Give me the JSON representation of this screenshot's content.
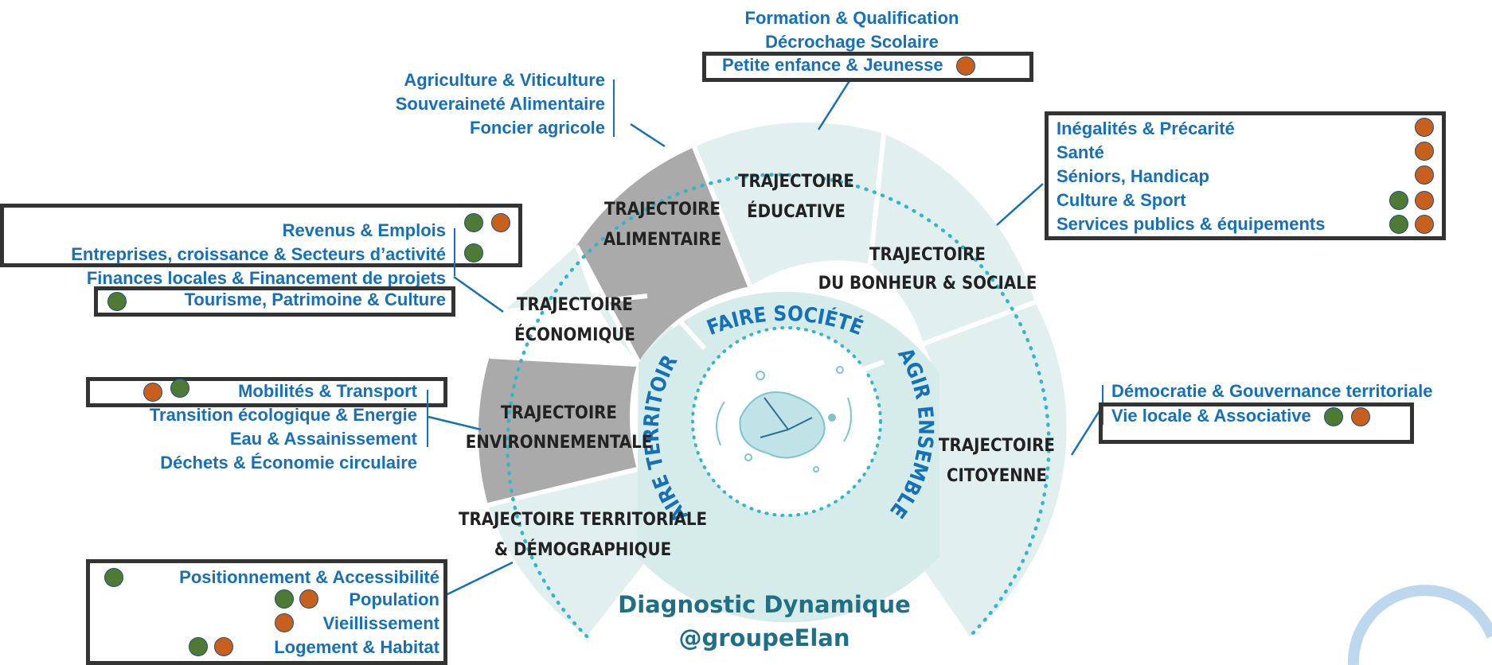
{
  "colors": {
    "label_text": "#1670b8",
    "segment_light": "#e1f0ee",
    "segment_grey": "#a9aaa9",
    "dotted_border": "#35b6c8",
    "box_border": "#333333",
    "dot_green": "#4e7a34",
    "dot_orange": "#c8601c"
  },
  "inner_ring": {
    "top": "FAIRE SOCIÉTÉ",
    "left": "FAIRE TERRITOIRE",
    "right": "AGIR ENSEMBLE"
  },
  "segments": [
    {
      "line1": "TRAJECTOIRE",
      "line2": "ÉDUCATIVE",
      "shade": "light"
    },
    {
      "line1": "TRAJECTOIRE",
      "line2": "ALIMENTAIRE",
      "shade": "grey"
    },
    {
      "line1": "TRAJECTOIRE",
      "line2": "DU BONHEUR & SOCIALE",
      "shade": "light"
    },
    {
      "line1": "TRAJECTOIRE",
      "line2": "ÉCONOMIQUE",
      "shade": "light"
    },
    {
      "line1": "TRAJECTOIRE",
      "line2": "ENVIRONNEMENTALE",
      "shade": "grey"
    },
    {
      "line1": "TRAJECTOIRE TERRITORIALE",
      "line2": "& DÉMOGRAPHIQUE",
      "shade": "light"
    },
    {
      "line1": "TRAJECTOIRE",
      "line2": "CITOYENNE",
      "shade": "light"
    }
  ],
  "labels": {
    "educ": [
      "Formation & Qualification",
      "Décrochage Scolaire",
      "Petite enfance & Jeunesse"
    ],
    "alim": [
      "Agriculture & Viticulture",
      "Souveraineté Alimentaire",
      "Foncier agricole"
    ],
    "social": [
      "Inégalités & Précarité",
      "Santé",
      "Séniors, Handicap",
      "Culture & Sport",
      "Services publics & équipements"
    ],
    "eco": [
      "Revenus & Emplois",
      "Entreprises, croissance & Secteurs d’activité",
      "Finances locales & Financement de projets",
      "Tourisme, Patrimoine & Culture"
    ],
    "env": [
      "Mobilités & Transport",
      "Transition écologique & Energie",
      "Eau & Assainissement",
      "Déchets & Économie circulaire"
    ],
    "terr": [
      "Positionnement & Accessibilité",
      "Population",
      "Vieillissement",
      "Logement & Habitat"
    ],
    "cit": [
      "Démocratie & Gouvernance territoriale",
      "Vie locale & Associative"
    ]
  },
  "footer": {
    "line1": "Diagnostic Dynamique",
    "line2": "@groupeElan"
  }
}
